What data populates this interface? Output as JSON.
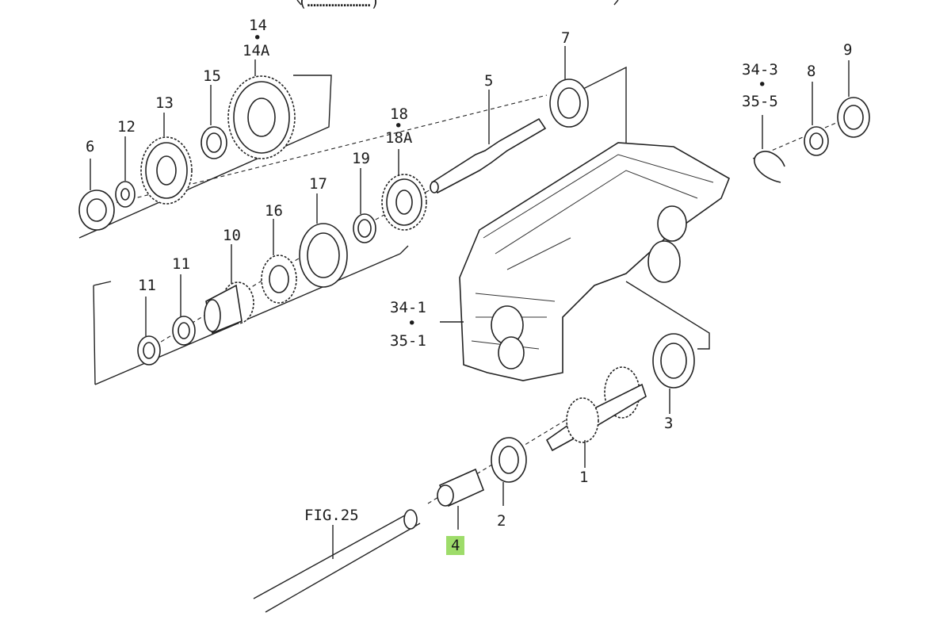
{
  "header_text": "(…………………)",
  "figure_ref": "FIG.25",
  "callouts": {
    "p1": "1",
    "p2": "2",
    "p3": "3",
    "p4": "4",
    "p5": "5",
    "p6": "6",
    "p7": "7",
    "p8": "8",
    "p9": "9",
    "p10": "10",
    "p11a": "11",
    "p11b": "11",
    "p12": "12",
    "p13": "13",
    "p14": "14",
    "p14A": "14A",
    "p15": "15",
    "p16": "16",
    "p17": "17",
    "p18": "18",
    "p18A": "18A",
    "p19": "19",
    "p34_1": "34-1",
    "p35_1": "35-1",
    "p34_3": "34-3",
    "p35_5": "35-5"
  },
  "highlight": {
    "label": "4",
    "color": "#9edc6a"
  }
}
